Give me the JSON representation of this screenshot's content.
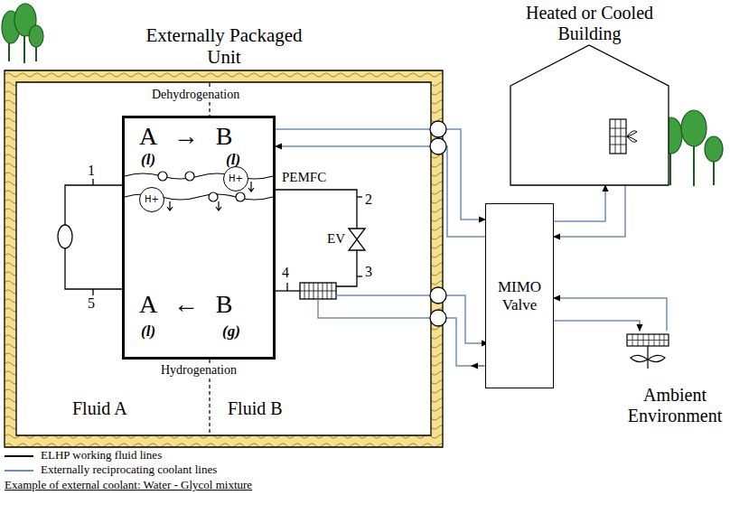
{
  "diagram": {
    "nodes": [
      {
        "text": [
          "Externally Packaged Unit"
        ]
      },
      {
        "text": [
          "A → B",
          "(l)",
          "(l)",
          "A ← B",
          "(l)",
          "(g)",
          "PEMFC"
        ],
        "in": 0
      },
      {
        "text": [
          "H+"
        ],
        "in": 1
      },
      {
        "text": [
          "H+"
        ],
        "in": 1
      },
      {
        "text": [
          "MIMO Valve"
        ]
      },
      {
        "text": [
          "Heated or Cooled Building"
        ]
      },
      {
        "text": [
          "Ambient Environment"
        ]
      }
    ],
    "edges": [
      {
        "from": 1,
        "to": 4,
        "arrow": "to"
      },
      {
        "from": 4,
        "to": 1,
        "arrow": "to"
      },
      {
        "from": 4,
        "to": 5,
        "arrow": "to"
      },
      {
        "from": 5,
        "to": 4,
        "arrow": "to"
      },
      {
        "from": 4,
        "to": 6,
        "arrow": "to"
      },
      {
        "from": 6,
        "to": 4,
        "arrow": "to"
      }
    ],
    "labels": [
      "Dehydrogenation",
      "Hydrogenation",
      "Fluid A",
      "Fluid B",
      "1",
      "5",
      "2",
      "EV",
      "3",
      "4",
      "Example of external coolant: Water - Glycol mixture"
    ],
    "legend": [
      {
        "text": "ELHP working fluid lines"
      },
      {
        "text": "Externally reciprocating coolant lines"
      }
    ]
  }
}
